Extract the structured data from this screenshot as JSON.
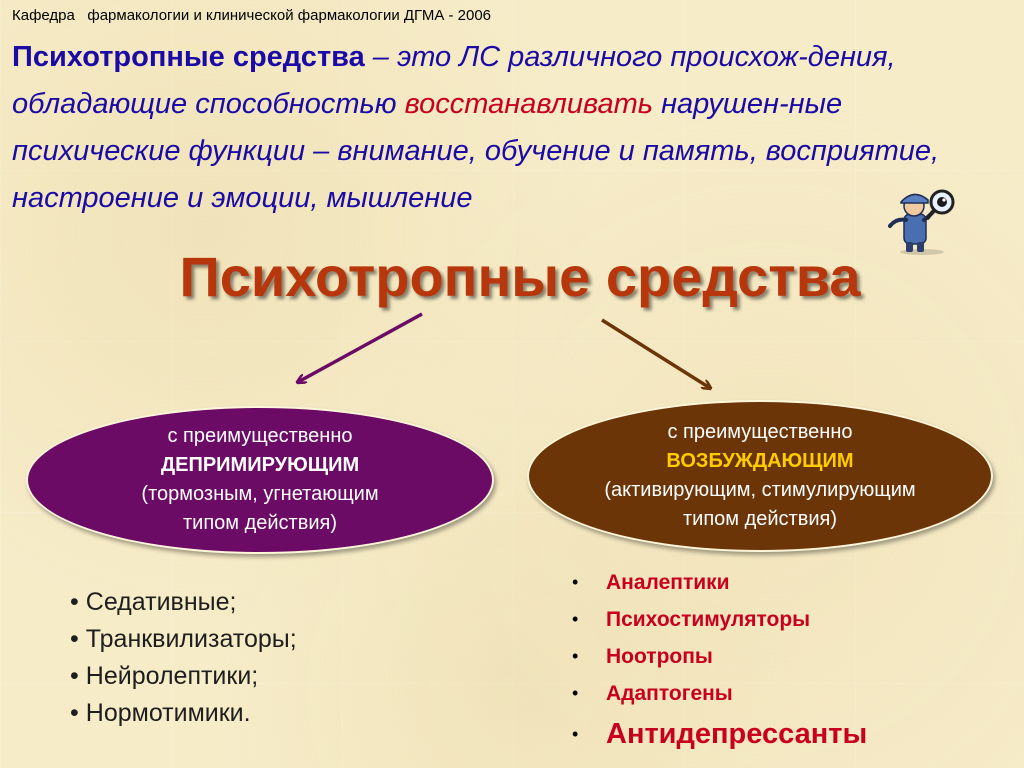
{
  "header": {
    "text": "Кафедра   фармакологии и клинической фармакологии ДГМА - 2006"
  },
  "definition": {
    "term": "Психотропные средства",
    "dash": " – ",
    "part1": "это ЛС различного происхож-дения, обладающие способностью ",
    "highlight": "восстанавливать",
    "part2": " нарушен-ные психические функции – внимание, обучение и память, восприятие, настроение и эмоции, мышление"
  },
  "main_title": "Психотропные средства",
  "left_ellipse": {
    "line1": "с преимущественно",
    "line2": "ДЕПРИМИРУЮЩИМ",
    "line3": "(тормозным, угнетающим",
    "line4": "типом  действия)"
  },
  "right_ellipse": {
    "line1": "с преимущественно",
    "line2": "ВОЗБУЖДАЮЩИМ",
    "line3": "(активирующим, стимулирующим",
    "line4": "типом  действия)"
  },
  "left_list": [
    "Седативные;",
    "Транквилизаторы;",
    "Нейролептики;",
    "Нормотимики."
  ],
  "right_list": [
    "Аналептики",
    "Психостимуляторы",
    "Ноотропы",
    "Адаптогены",
    "Антидепрессанты"
  ],
  "colors": {
    "definition_text": "#1a0aa6",
    "highlight": "#c8001e",
    "title": "#b8360c",
    "left_ellipse": "#6b0b66",
    "right_ellipse": "#6b3508",
    "accent_yellow": "#ffcc00"
  },
  "icons": {
    "mascot": "detective-with-magnifier-icon"
  }
}
